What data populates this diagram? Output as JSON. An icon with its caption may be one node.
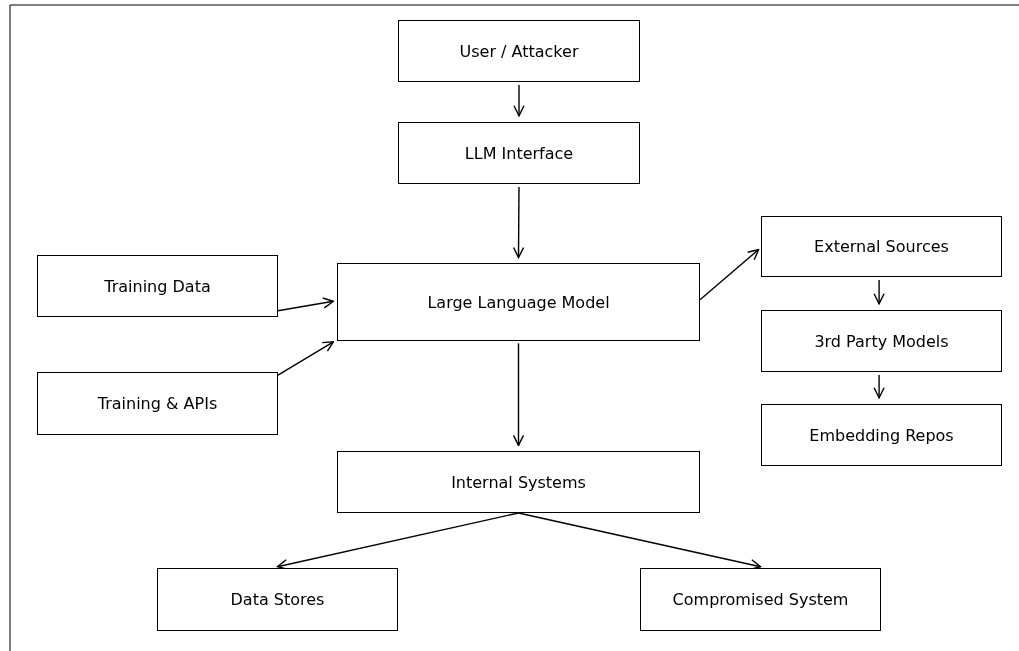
{
  "diagram": {
    "nodes": [
      {
        "text": [
          "User / Attacker"
        ]
      },
      {
        "text": [
          "LLM Interface"
        ]
      },
      {
        "text": [
          "Training Data"
        ]
      },
      {
        "text": [
          "Large Language Model"
        ]
      },
      {
        "text": [
          "External Sources"
        ]
      },
      {
        "text": [
          "Training & APIs"
        ]
      },
      {
        "text": [
          "3rd Party Models"
        ]
      },
      {
        "text": [
          "Embedding Repos"
        ]
      },
      {
        "text": [
          "Internal Systems"
        ]
      },
      {
        "text": [
          "Data Stores"
        ]
      },
      {
        "text": [
          "Compromised System"
        ]
      }
    ],
    "edges": [
      {
        "from": 0,
        "to": 1,
        "arrow": "to"
      },
      {
        "from": 1,
        "to": 3,
        "arrow": "to"
      },
      {
        "from": 2,
        "to": 3,
        "arrow": "to"
      },
      {
        "from": 5,
        "to": 3,
        "arrow": "to"
      },
      {
        "from": 3,
        "to": 4,
        "arrow": "to"
      },
      {
        "from": 4,
        "to": 6,
        "arrow": "to"
      },
      {
        "from": 6,
        "to": 7,
        "arrow": "to"
      },
      {
        "from": 3,
        "to": 8,
        "arrow": "to"
      },
      {
        "from": 8,
        "to": 9,
        "arrow": "to"
      },
      {
        "from": 8,
        "to": 10,
        "arrow": "to"
      }
    ]
  }
}
